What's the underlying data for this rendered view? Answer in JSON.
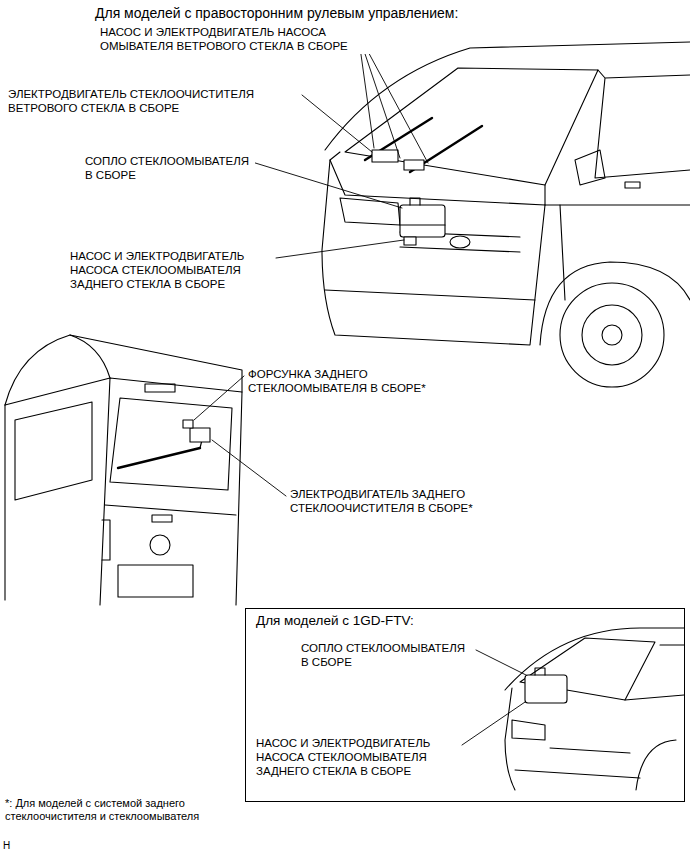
{
  "diagram": {
    "title": "Для моделей с правосторонним рулевым управлением:",
    "nodes": [
      {
        "text": [
          "Для моделей с 1GD-FTV:",
          "СОПЛО СТЕКЛООМЫВАТЕЛЯ В СБОРЕ",
          "НАСОС И ЭЛЕКТРОДВИГАТЕЛЬ НАСОСА СТЕКЛООМЫВАТЕЛЯ ЗАДНЕГО СТЕКЛА В СБОРЕ"
        ]
      }
    ],
    "labels": [
      "НАСОС И ЭЛЕКТРОДВИГАТЕЛЬ НАСОСА ОМЫВАТЕЛЯ ВЕТРОВОГО СТЕКЛА В СБОРЕ",
      "ЭЛЕКТРОДВИГАТЕЛЬ СТЕКЛООЧИСТИТЕЛЯ ВЕТРОВОГО СТЕКЛА В СБОРЕ",
      "СОПЛО СТЕКЛООМЫВАТЕЛЯ В СБОРЕ",
      "НАСОС И ЭЛЕКТРОДВИГАТЕЛЬ НАСОСА СТЕКЛООМЫВАТЕЛЯ ЗАДНЕГО СТЕКЛА В СБОРЕ",
      "ФОРСУНКА ЗАДНЕГО СТЕКЛООМЫВАТЕЛЯ В СБОРЕ*",
      "ЭЛЕКТРОДВИГАТЕЛЬ ЗАДНЕГО СТЕКЛООЧИСТИТЕЛЯ В СБОРЕ*",
      "*: Для моделей с системой заднего стеклоочистителя и стеклоомывателя",
      "H"
    ]
  }
}
